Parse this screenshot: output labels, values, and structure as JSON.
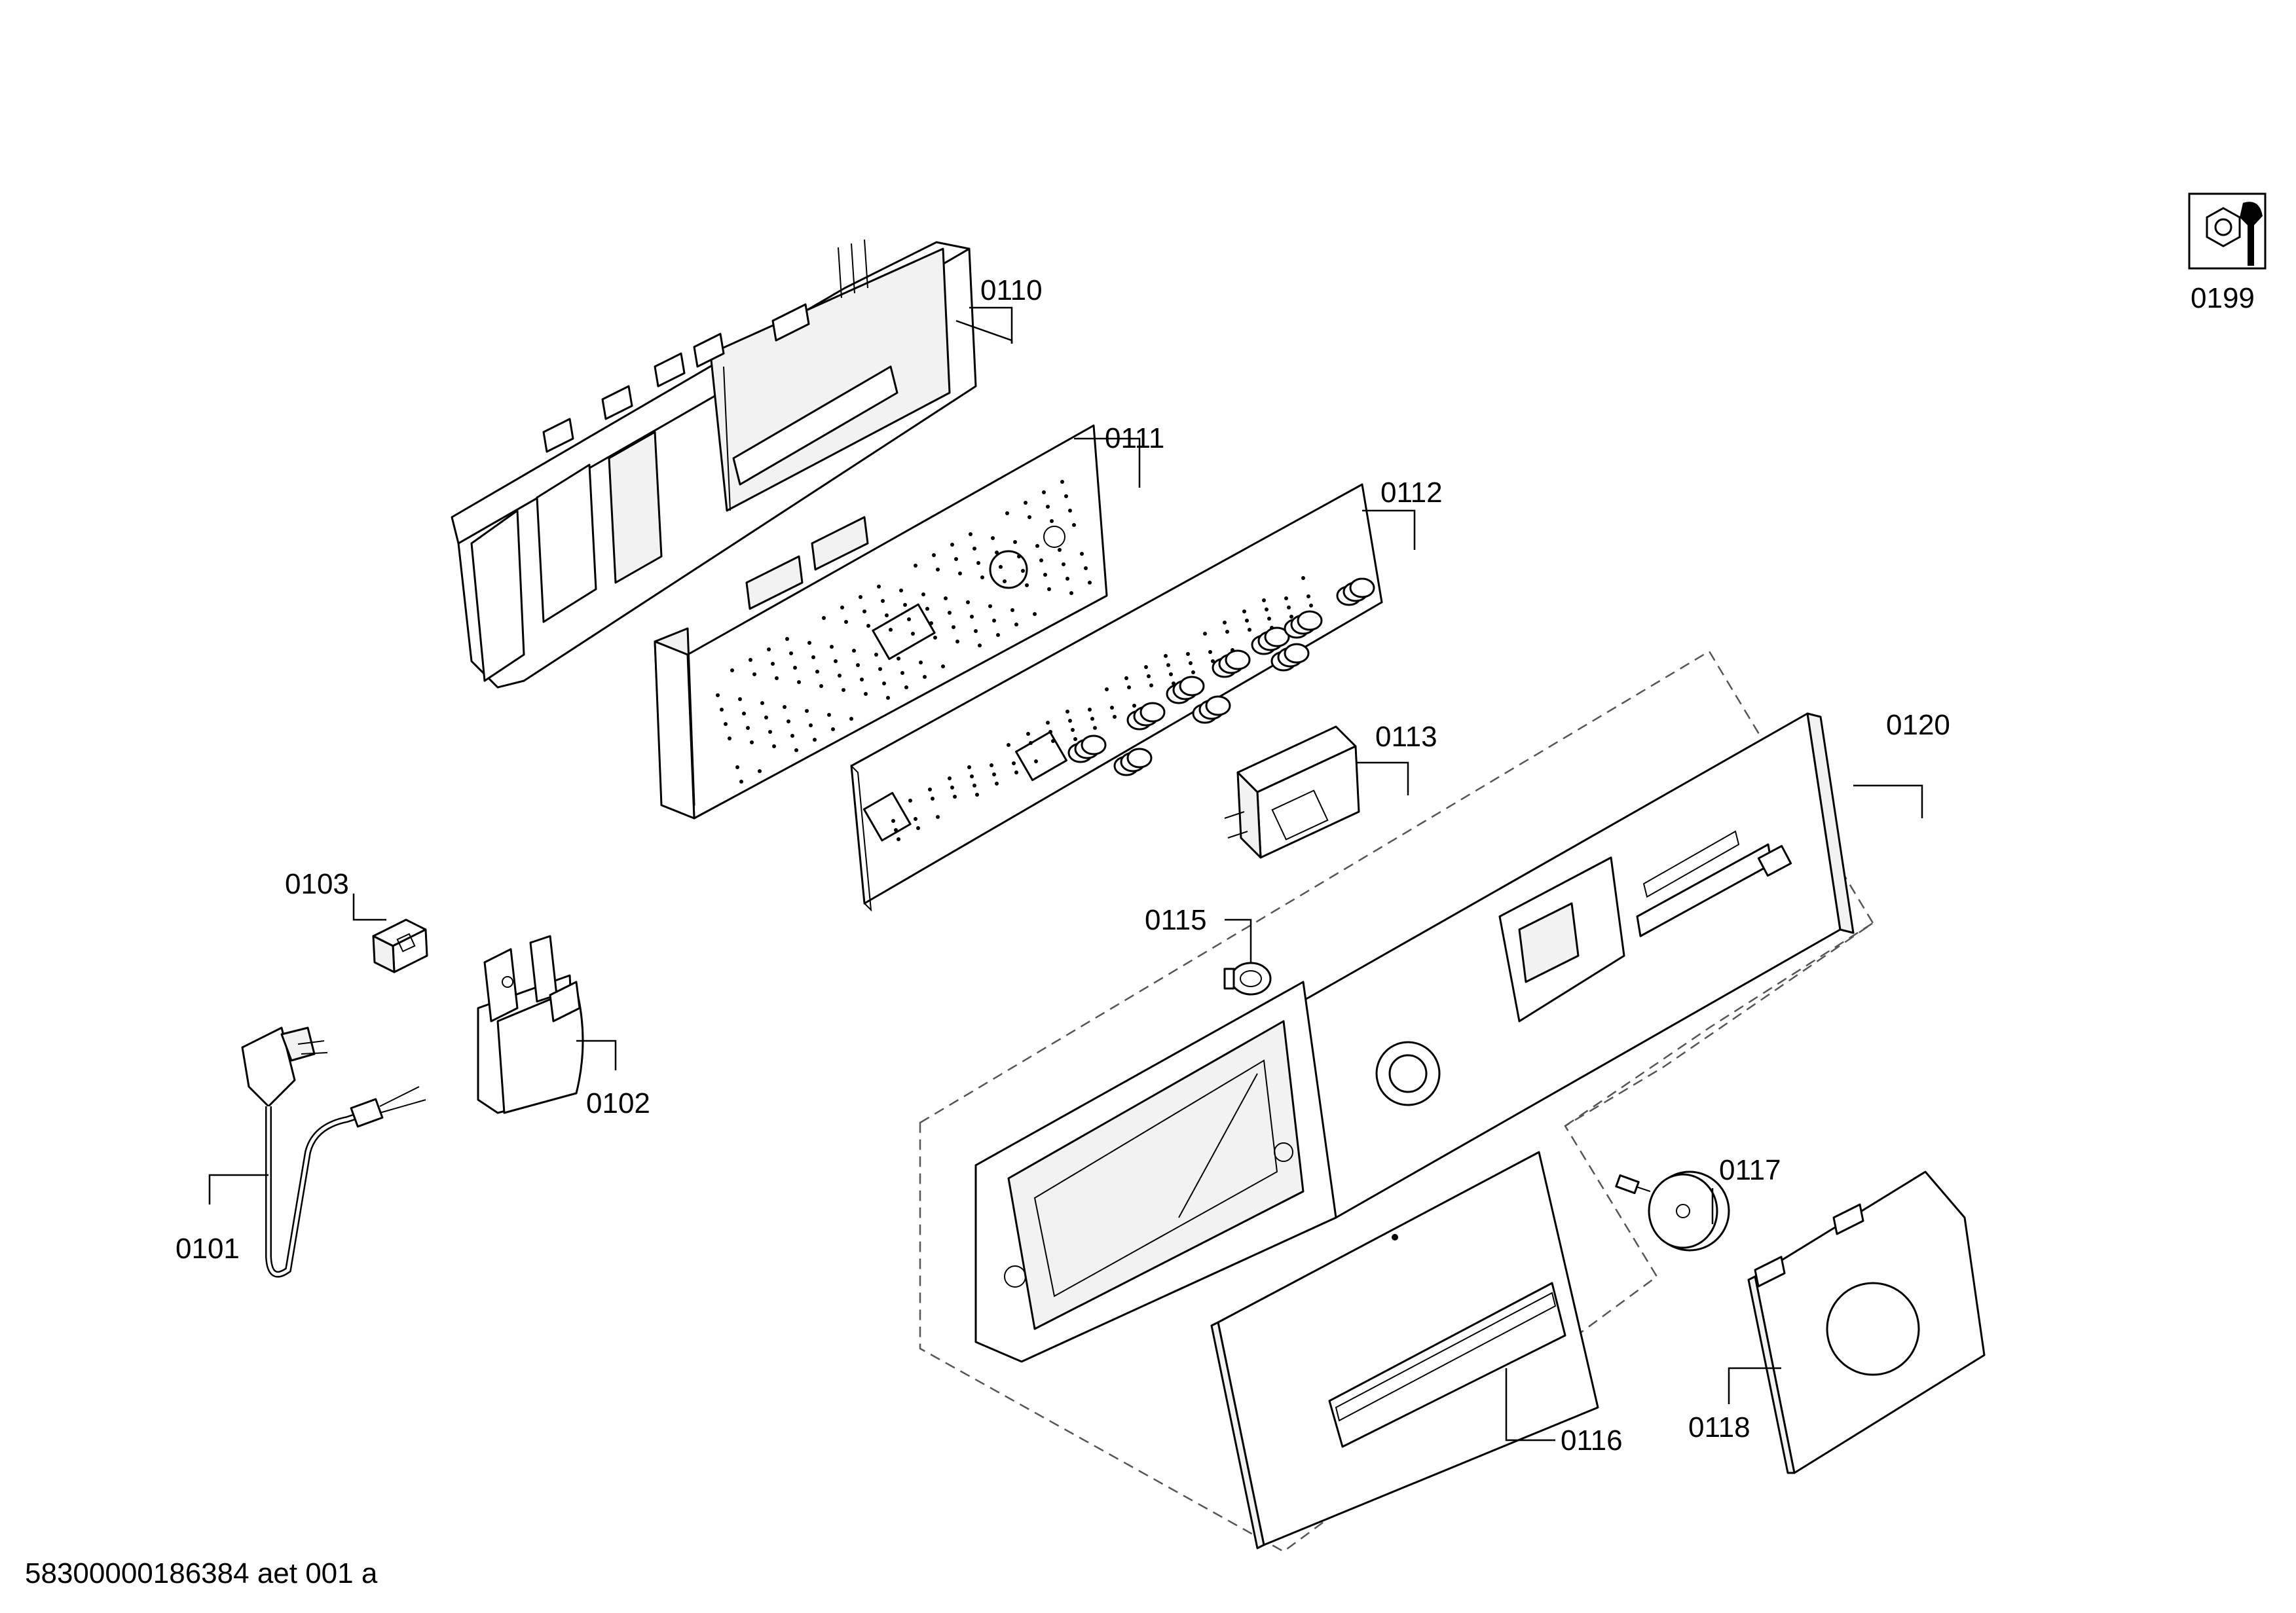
{
  "diagram": {
    "footer_code": "58300000186384 aet 001 a",
    "callouts": {
      "c0101": "0101",
      "c0102": "0102",
      "c0103": "0103",
      "c0110": "0110",
      "c0111": "0111",
      "c0112": "0112",
      "c0113": "0113",
      "c0115": "0115",
      "c0116": "0116",
      "c0117": "0117",
      "c0118": "0118",
      "c0120": "0120",
      "c0199": "0199"
    },
    "icons": {
      "service": "nut-wrench-icon"
    }
  }
}
